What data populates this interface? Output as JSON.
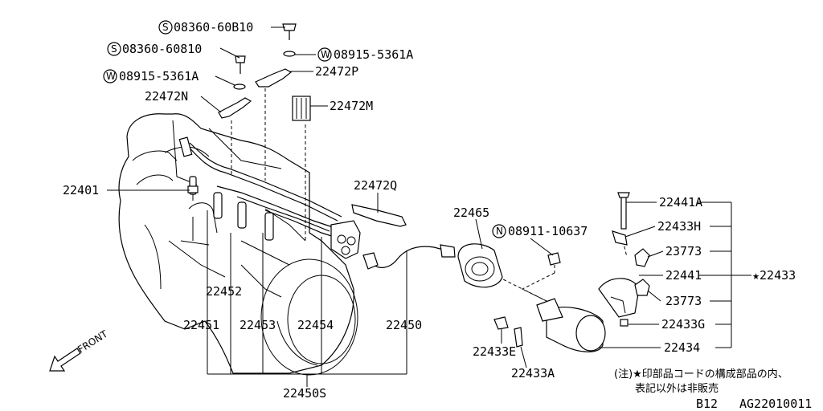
{
  "parts": {
    "bolt_s1": "08360-60B10",
    "bolt_s2": "08360-60810",
    "washer_w1": "08915-5361A",
    "washer_w2": "08915-5361A",
    "bracket_p": "22472P",
    "bracket_n": "22472N",
    "clamp_m": "22472M",
    "plug": "22401",
    "clip_q": "22472Q",
    "cap": "22465",
    "nut_n": "08911-10637",
    "cord_22452": "22452",
    "cord_22451": "22451",
    "cord_22453": "22453",
    "cord_22454": "22454",
    "cord_22450": "22450",
    "cord_set": "22450S",
    "bolt_22441a": "22441A",
    "bracket_22433h": "22433H",
    "clip_23773a": "23773",
    "part_22441": "22441",
    "coil_assy": "22433",
    "clip_23773b": "23773",
    "nut_22433g": "22433G",
    "coil_22434": "22434",
    "bolt_22433e": "22433E",
    "bolt_22433a": "22433A"
  },
  "markers": {
    "s": "S",
    "w": "W",
    "n": "N",
    "star": "★"
  },
  "front_label": "FRONT",
  "note": {
    "line1": "(注)★印部品コードの構成部品の内、",
    "line2": "表記以外は非販売"
  },
  "footer": {
    "page": "B12",
    "code": "AG22010011"
  }
}
